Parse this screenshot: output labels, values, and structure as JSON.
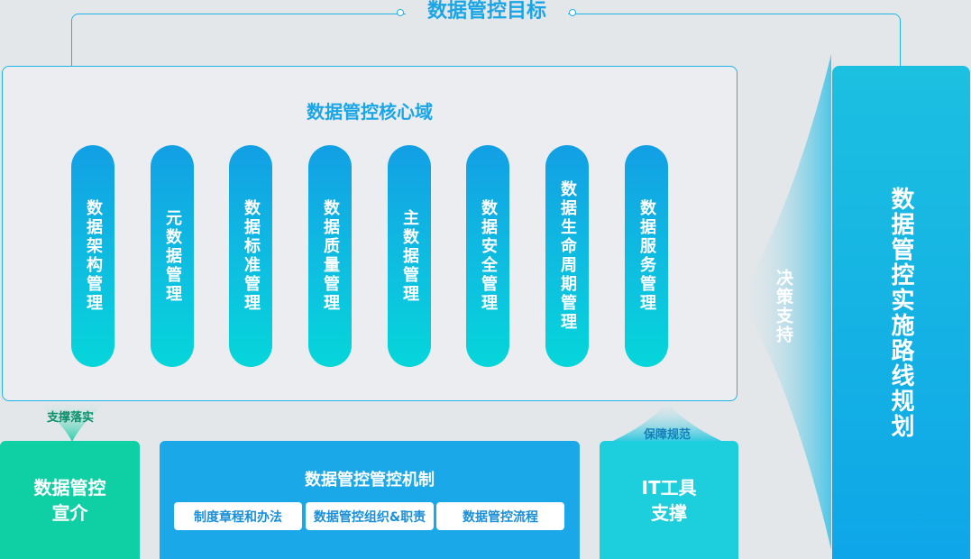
{
  "top_title": "数据管控目标",
  "core": {
    "title": "数据管控核心域",
    "domains": [
      "数据架构管理",
      "元数据管理",
      "数据标准管理",
      "数据质量管理",
      "主数据管理",
      "数据安全管理",
      "数据生命周期管理",
      "数据服务管理"
    ]
  },
  "right_panel": {
    "title": "数据管控实施路线规划"
  },
  "decision_label": "决策支持",
  "bottom": {
    "promo": {
      "line1": "数据管控",
      "line2": "宣介",
      "connector_label": "支撑落实"
    },
    "mechanism": {
      "title": "数据管控管控机制",
      "items": [
        "制度章程和办法",
        "数据管控组织&职责",
        "数据管控流程"
      ]
    },
    "it_tools": {
      "line1": "IT工具",
      "line2": "支撑",
      "connector_label": "保障规范"
    }
  },
  "colors": {
    "accent": "#1aa6e6",
    "green": "#0fd0a4",
    "blue": "#1aa8e8",
    "cyan": "#1dcfdc",
    "background": "#e4e7ea"
  }
}
